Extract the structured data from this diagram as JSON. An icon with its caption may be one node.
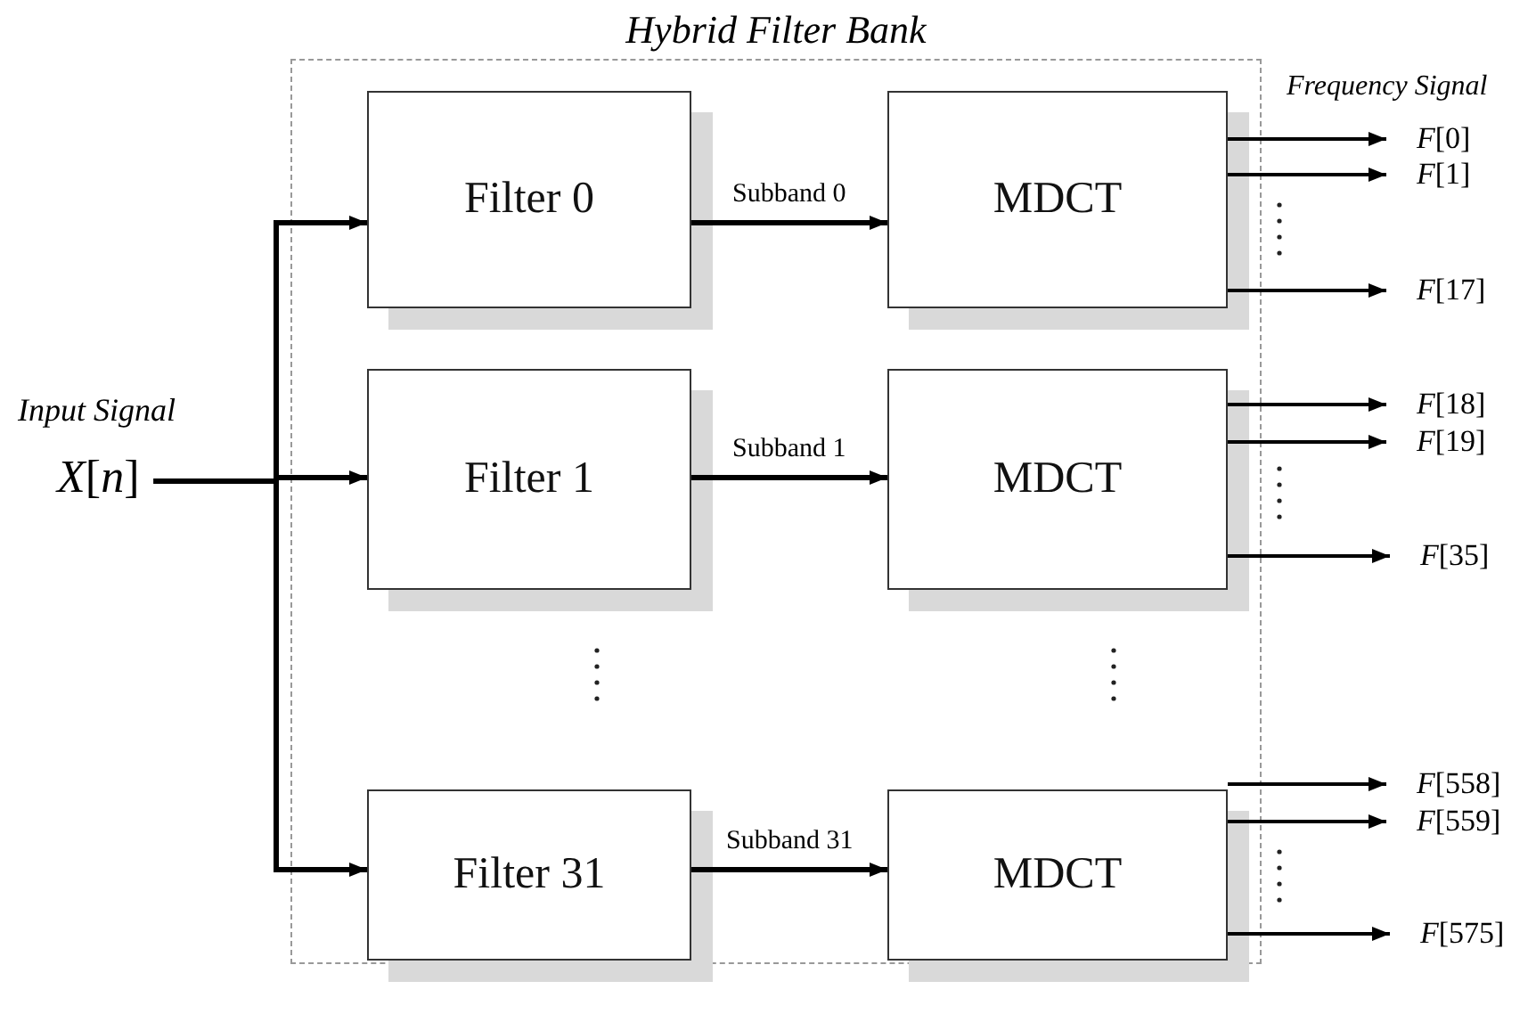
{
  "diagram": {
    "nodes": [
      {
        "text": [
          "Hybrid Filter Bank"
        ]
      },
      {
        "text": [
          "Filter 0"
        ],
        "in": 0
      },
      {
        "text": [
          "MDCT"
        ],
        "in": 0
      },
      {
        "text": [
          "Filter 1"
        ],
        "in": 0
      },
      {
        "text": [
          "MDCT"
        ],
        "in": 0
      },
      {
        "text": [
          "Filter 31"
        ],
        "in": 0
      },
      {
        "text": [
          "MDCT"
        ],
        "in": 0
      },
      {
        "text": [
          "*X*[*n*]"
        ],
        "beside": [
          "Input Signal"
        ]
      },
      {
        "text": [
          "*F*[0]"
        ]
      },
      {
        "text": [
          "*F*[1]"
        ]
      },
      {
        "text": [
          "*F*[17]"
        ]
      },
      {
        "text": [
          "*F*[18]"
        ]
      },
      {
        "text": [
          "*F*[19]"
        ]
      },
      {
        "text": [
          "*F*[35]"
        ]
      },
      {
        "text": [
          "*F*[558]"
        ]
      },
      {
        "text": [
          "*F*[559]"
        ]
      },
      {
        "text": [
          "*F*[575]"
        ]
      }
    ],
    "edges": [
      {
        "from": 7,
        "to": 1,
        "arrow": "to"
      },
      {
        "from": 7,
        "to": 3,
        "arrow": "to"
      },
      {
        "from": 7,
        "to": 5,
        "arrow": "to"
      },
      {
        "from": 1,
        "to": 2,
        "arrow": "to",
        "label": "Subband 0"
      },
      {
        "from": 3,
        "to": 4,
        "arrow": "to",
        "label": "Subband 1"
      },
      {
        "from": 5,
        "to": 6,
        "arrow": "to",
        "label": "Subband 31"
      },
      {
        "from": 2,
        "to": 8,
        "arrow": "to"
      },
      {
        "from": 2,
        "to": 9,
        "arrow": "to"
      },
      {
        "from": 2,
        "to": 10,
        "arrow": "to"
      },
      {
        "from": 4,
        "to": 11,
        "arrow": "to"
      },
      {
        "from": 4,
        "to": 12,
        "arrow": "to"
      },
      {
        "from": 4,
        "to": 13,
        "arrow": "to"
      },
      {
        "from": 6,
        "to": 14,
        "arrow": "to"
      },
      {
        "from": 6,
        "to": 15,
        "arrow": "to"
      },
      {
        "from": 6,
        "to": 16,
        "arrow": "to"
      }
    ],
    "labels": [
      "Frequency Signal"
    ]
  }
}
